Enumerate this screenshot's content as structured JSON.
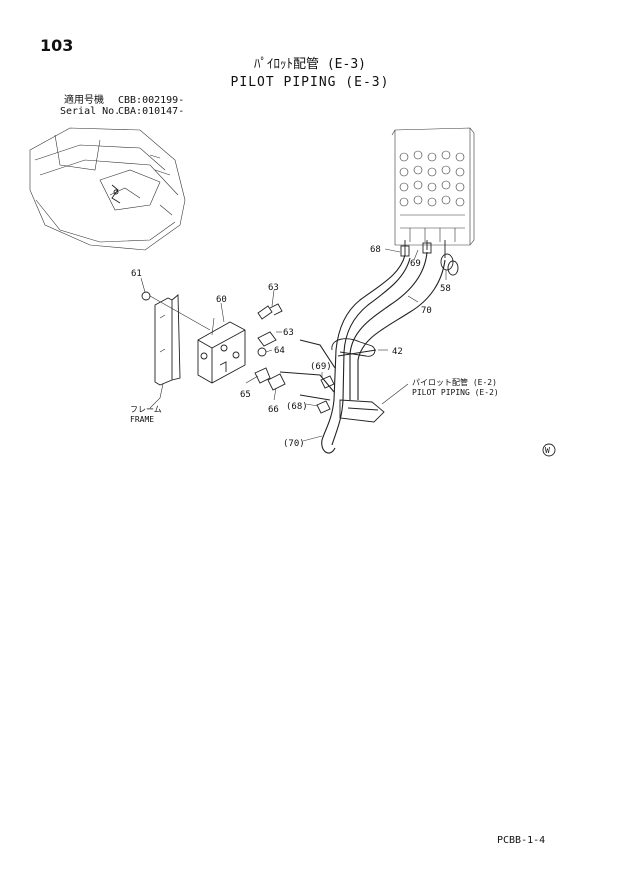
{
  "header": {
    "page_number": "103",
    "title_ja": "ﾊﾟｲﾛｯﾄ配管 (E-3)",
    "title_en": "PILOT PIPING (E-3)",
    "serial_ja_label": "適用号機",
    "serial_ja_value": "CBB:002199-",
    "serial_en_label": "Serial No.",
    "serial_en_value": "CBA:010147-"
  },
  "callouts": {
    "c61": "61",
    "c60": "60",
    "c63a": "63",
    "c63b": "63",
    "c64": "64",
    "c65": "65",
    "c66": "66",
    "c68": "68",
    "c69": "69",
    "c58": "58",
    "c70": "70",
    "c42": "42",
    "c69p": "(69)",
    "c68p": "(68)",
    "c70p": "(70)"
  },
  "labels": {
    "frame_ja": "フレーム",
    "frame_en": "FRAME",
    "ref_ja": "パイロット配管 (E-2)",
    "ref_en": "PILOT PIPING (E-2)",
    "mark": "W"
  },
  "footer": {
    "code": "PCBB-1-4"
  }
}
